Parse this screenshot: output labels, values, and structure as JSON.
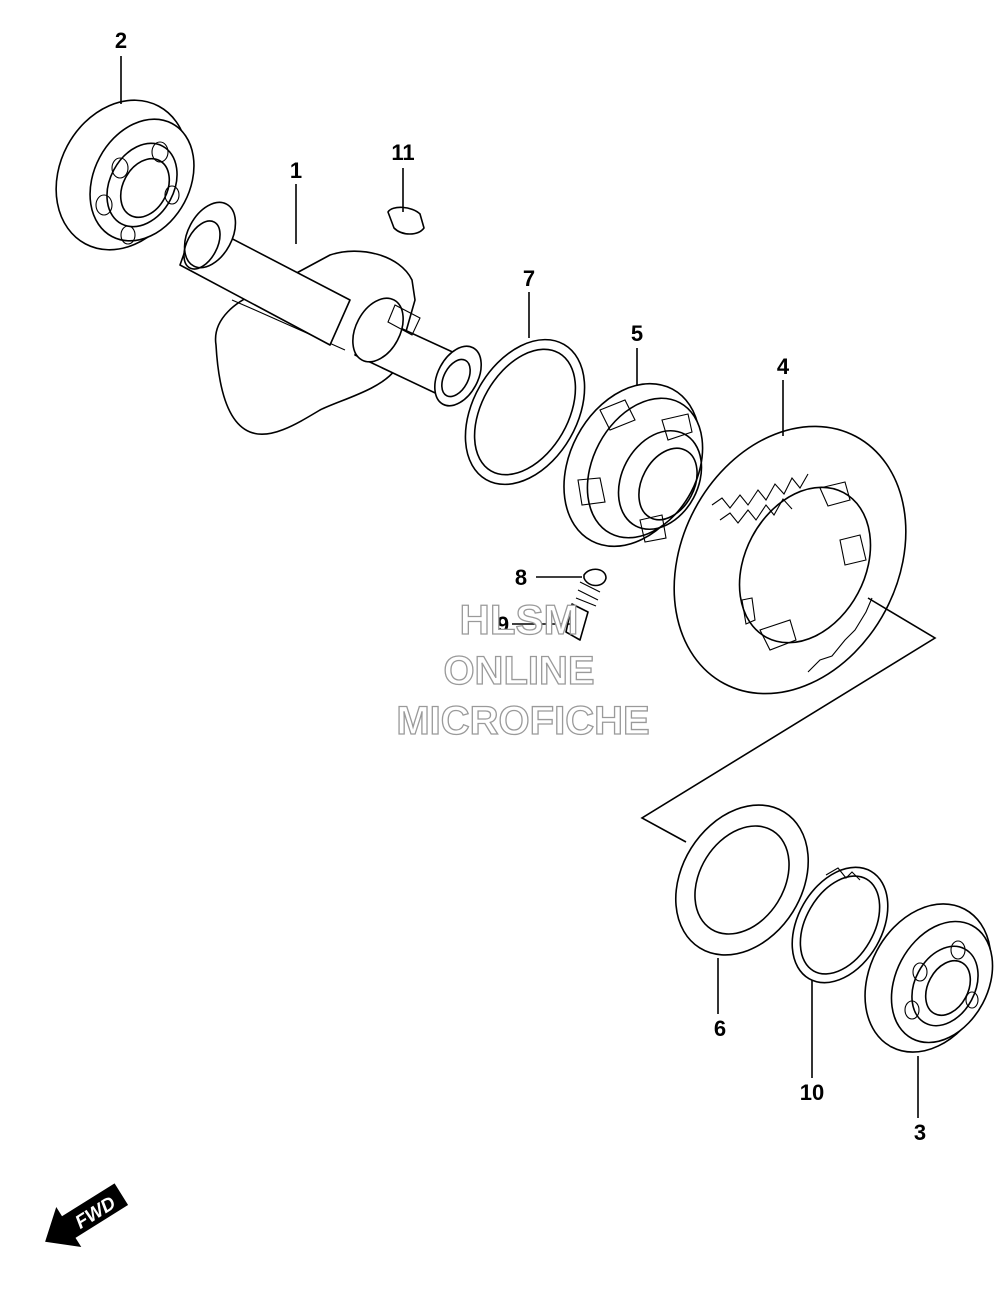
{
  "callouts": {
    "c1": "1",
    "c2": "2",
    "c3": "3",
    "c4": "4",
    "c5": "5",
    "c6": "6",
    "c7": "7",
    "c8": "8",
    "c9": "9",
    "c10": "10",
    "c11": "11"
  },
  "watermark": {
    "line1": "HLSM",
    "line2": "ONLINE",
    "line3": "MICROFICHE"
  },
  "fwd_label": "FWD",
  "colors": {
    "line": "#000000",
    "background": "#ffffff",
    "watermark_outline": "#9a9a9a"
  }
}
